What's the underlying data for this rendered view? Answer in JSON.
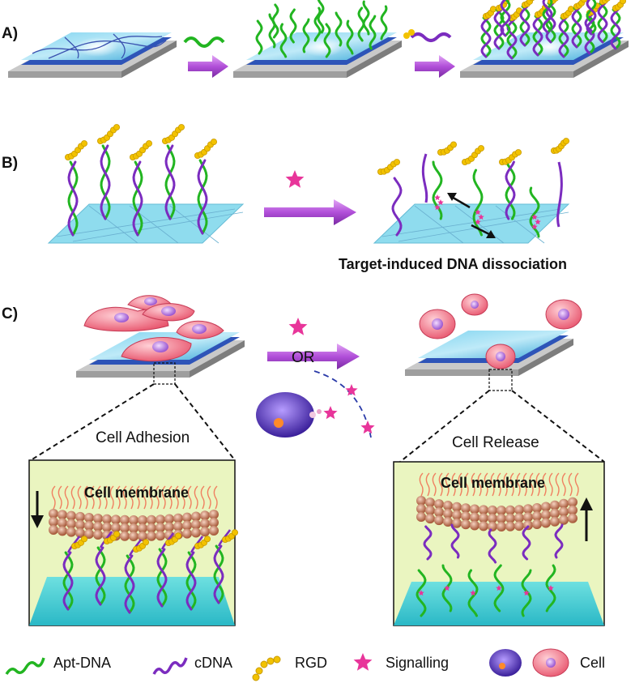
{
  "panels": {
    "a": "A)",
    "b": "B)",
    "c": "C)"
  },
  "captions": {
    "dissociation": "Target-induced DNA dissociation",
    "or": "OR",
    "cell_adhesion": "Cell Adhesion",
    "cell_release": "Cell Release",
    "membrane_left": "Cell membrane",
    "membrane_right": "Cell membrane"
  },
  "legend": {
    "apt_dna": "Apt-DNA",
    "cdna": "cDNA",
    "rgd": "RGD",
    "signalling": "Signalling",
    "cell": "Cell"
  },
  "colors": {
    "apt_dna": "#22b521",
    "cdna": "#7b2cbf",
    "rgd": "#f2c200",
    "signalling": "#e8359a",
    "cell": "#f27a8a",
    "gel": "#3fb6e0",
    "arrow": "#b14fd9",
    "inset_bg": "#eaf5c0"
  }
}
